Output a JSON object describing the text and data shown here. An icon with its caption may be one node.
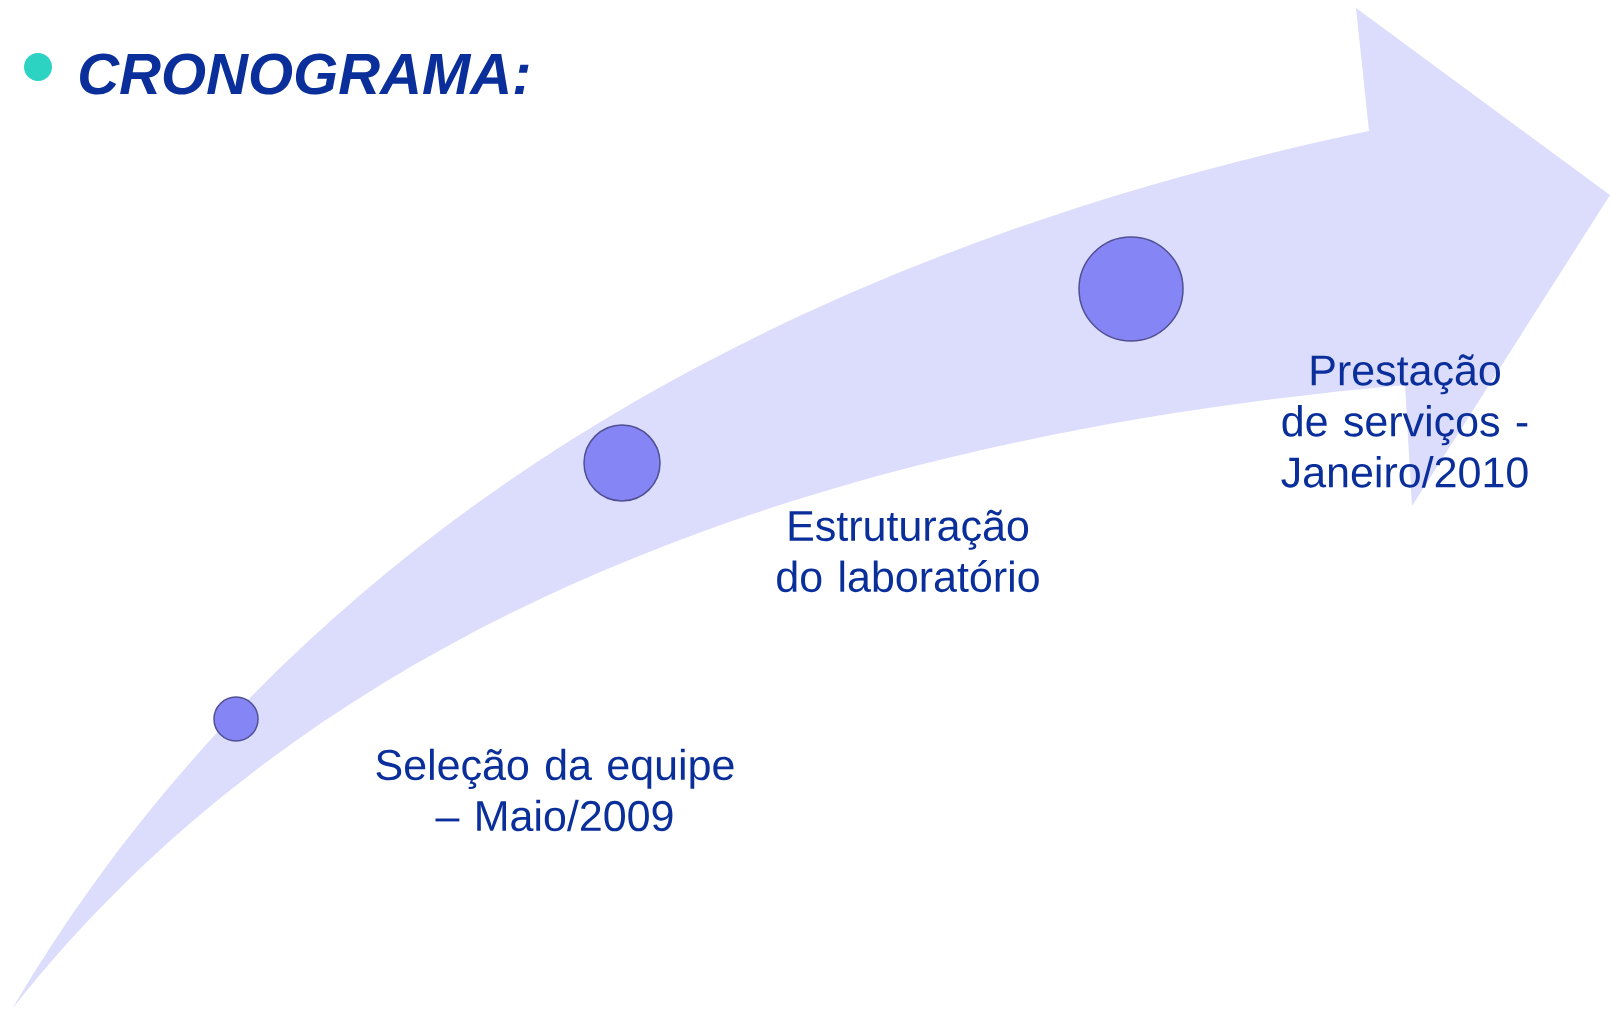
{
  "diagram": {
    "title": "CRONOGRAMA:",
    "nodes": [
      {
        "text": [],
        "shape": "circle",
        "beside": [
          "Seleção da equipe – Maio/2009"
        ]
      },
      {
        "text": [],
        "shape": "circle",
        "beside": [
          "Estruturação do laboratório"
        ]
      },
      {
        "text": [],
        "shape": "circle",
        "beside": [
          "Prestação de serviços - Janeiro/2010"
        ]
      }
    ]
  }
}
